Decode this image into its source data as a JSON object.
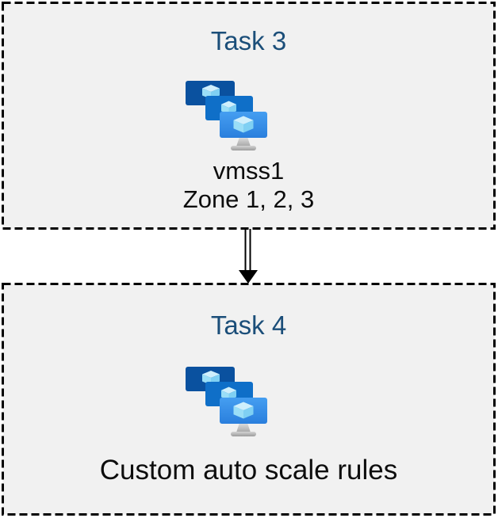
{
  "diagram": {
    "type": "flow",
    "background": "#ffffff",
    "box_fill": "#f1f1f1",
    "box_border_color": "#000000",
    "title_color": "#1b4e79",
    "text_color": "#0d0d0d",
    "tasks": [
      {
        "title": "Task 3",
        "icon": "virtual-machine-scale-sets",
        "label_line1": "vmss1",
        "label_line2": "Zone 1, 2, 3"
      },
      {
        "title": "Task 4",
        "icon": "virtual-machine-scale-sets",
        "label_line1": "Custom auto scale rules"
      }
    ],
    "connector": {
      "style": "double-line",
      "direction": "down",
      "color": "#000000"
    }
  },
  "vmss_icon": {
    "monitor_back": "#0a519f",
    "monitor_middle": "#0f6fc8",
    "monitor_front_top": "#459ef1",
    "monitor_front_bottom": "#2a7fdd",
    "cube_top": "#cfeffc",
    "cube_left": "#9adef7",
    "cube_right": "#7fd0f3",
    "stand_top": "#e0e0e0",
    "stand_bottom": "#a6a6a6",
    "base_top": "#d4d4d4",
    "base_bottom": "#9c9c9c"
  }
}
